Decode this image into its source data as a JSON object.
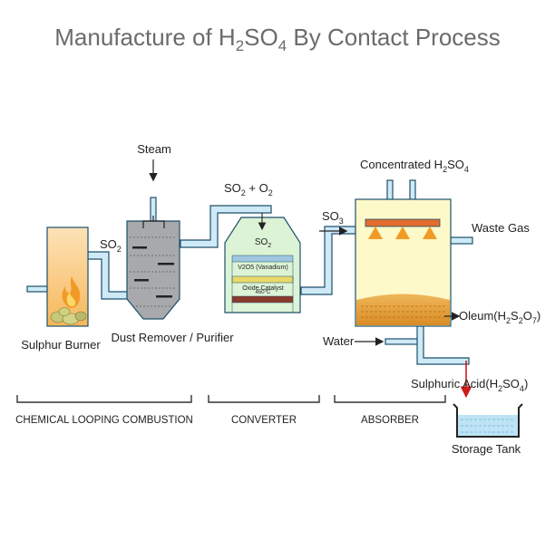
{
  "title": {
    "pre": "Manufacture of H",
    "sub1": "2",
    "mid": "SO",
    "sub2": "4",
    "post": " By Contact Process"
  },
  "labels": {
    "steam": "Steam",
    "so2_left": {
      "main": "SO",
      "sub": "2"
    },
    "so2_o2": {
      "a": "SO",
      "a_sub": "2",
      "plus": " + O",
      "b_sub": "2"
    },
    "so2_inside": {
      "main": "SO",
      "sub": "2"
    },
    "so3": {
      "main": "SO",
      "sub": "3"
    },
    "conc_acid": {
      "main": "Concentrated H",
      "sub1": "2",
      "mid": "SO",
      "sub2": "4"
    },
    "waste_gas": "Waste Gas",
    "oleum": {
      "main": "Oleum(H",
      "s1": "2",
      "m1": "S",
      "s2": "2",
      "m2": "O",
      "s3": "7",
      "end": ")"
    },
    "water": "Water",
    "sulphuric": {
      "main": "Sulphuric Acid(H",
      "s1": "2",
      "m": "SO",
      "s2": "4",
      "end": ")"
    },
    "sulphur_burner": "Sulphur Burner",
    "dust_remover": "Dust Remover / Purifier",
    "storage_tank": "Storage Tank",
    "v2o5": "V2O5 (Vanadium)",
    "oxide_catalyst": "Oxide Catalyst",
    "temp": "450°C"
  },
  "sections": [
    {
      "label": "CHEMICAL LOOPING COMBUSTION"
    },
    {
      "label": "CONVERTER"
    },
    {
      "label": "ABSORBER"
    }
  ],
  "colors": {
    "pipe_fill": "#cfeaf7",
    "pipe_stroke": "#1d4f6b",
    "burner_top": "#fde3b8",
    "burner_bottom": "#f7b75a",
    "purifier": "#a7a9ac",
    "converter_body": "#dcf3d6",
    "absorber_body": "#fdf9c9",
    "oleum_layer": "#e6a43c",
    "sprayer_bar": "#e26d2e",
    "sprayer_tri": "#f29a26",
    "arrow_red": "#d11a1a",
    "catalyst_blue": "#9fc8e0",
    "catalyst_yellow": "#e8d96a",
    "catalyst_red": "#8a3a2a",
    "tank_liquid": "#bde3f4"
  }
}
